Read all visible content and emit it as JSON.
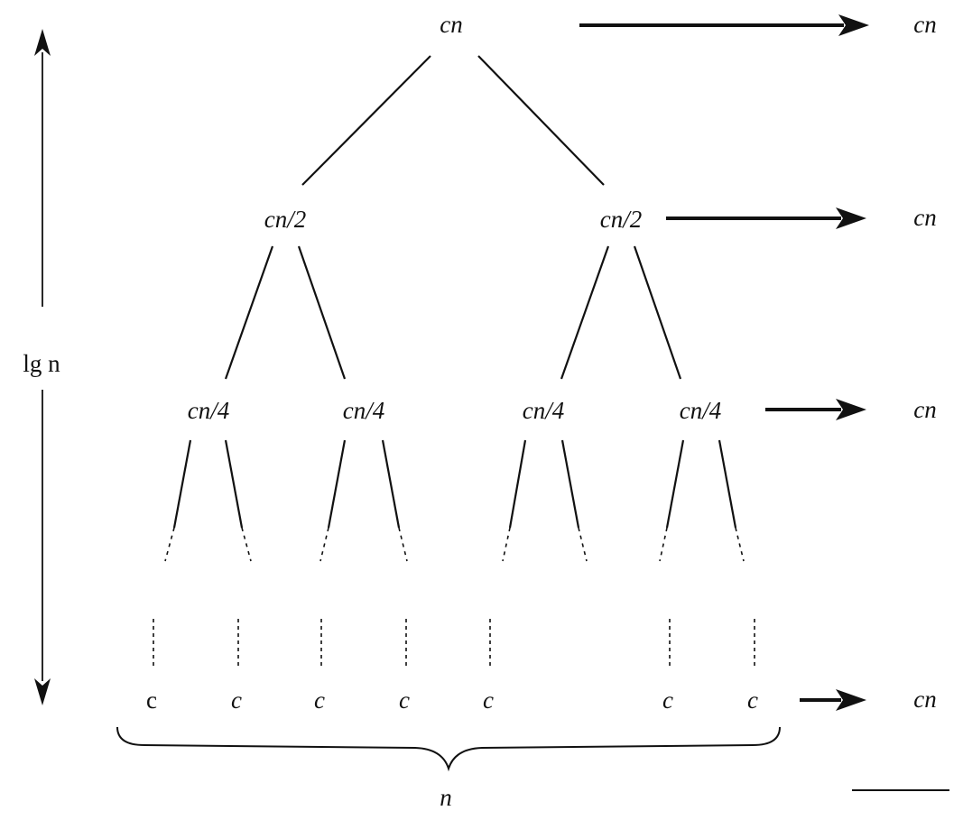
{
  "tree": {
    "root": {
      "label": "cn"
    },
    "level1": [
      {
        "label": "cn/2"
      },
      {
        "label": "cn/2"
      }
    ],
    "level2": [
      {
        "label": "cn/4"
      },
      {
        "label": "cn/4"
      },
      {
        "label": "cn/4"
      },
      {
        "label": "cn/4"
      }
    ],
    "leaves": [
      {
        "label": "c"
      },
      {
        "label": "c"
      },
      {
        "label": "c"
      },
      {
        "label": "c"
      },
      {
        "label": "c"
      },
      {
        "label": "c"
      },
      {
        "label": "c"
      }
    ]
  },
  "level_costs": [
    "cn",
    "cn",
    "cn",
    "cn"
  ],
  "height_label": "lg n",
  "leaf_count_label": "n"
}
